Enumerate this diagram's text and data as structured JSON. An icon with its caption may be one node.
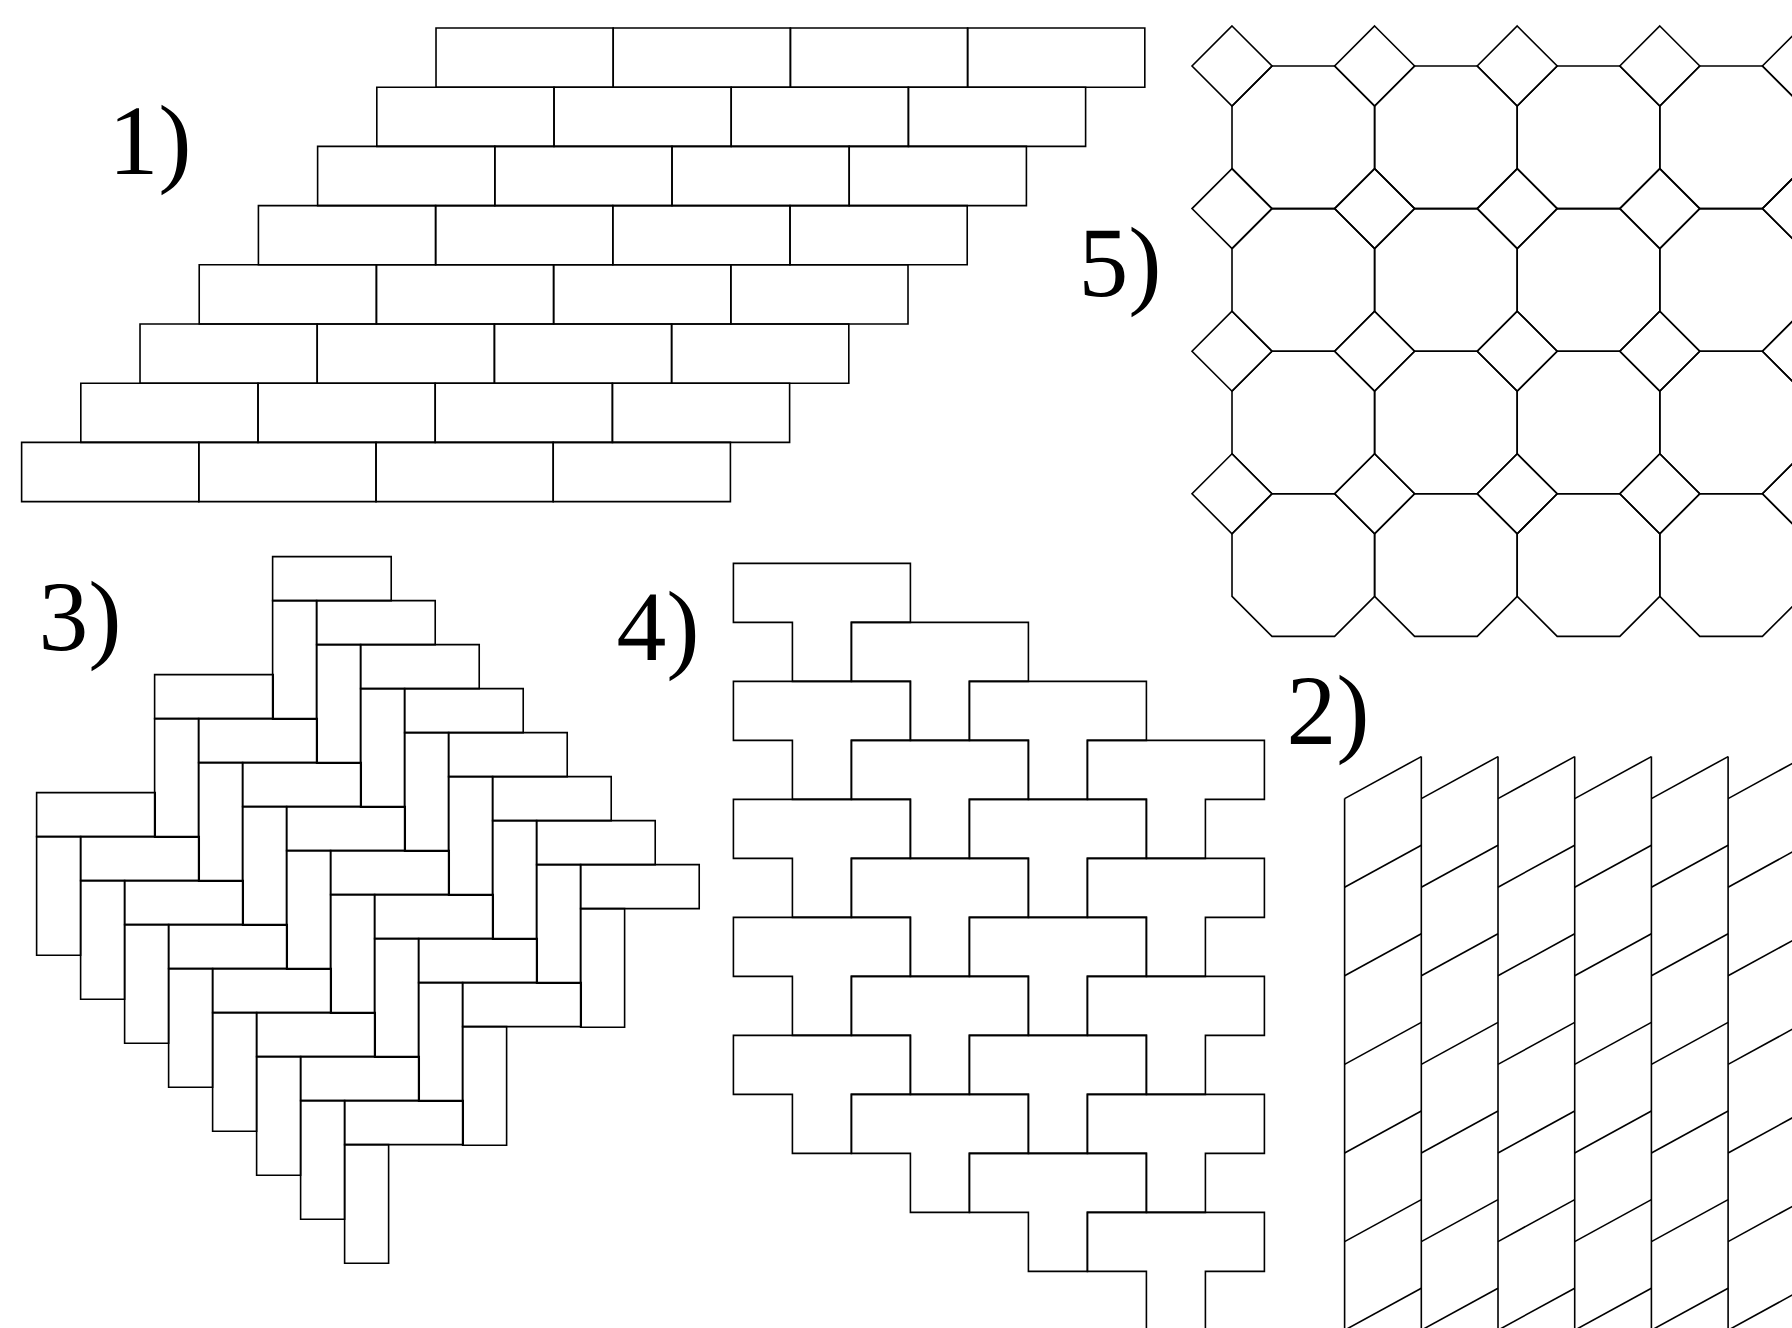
{
  "diagram": {
    "labels": [
      "1)",
      "5)",
      "3)",
      "4)",
      "2)"
    ]
  }
}
